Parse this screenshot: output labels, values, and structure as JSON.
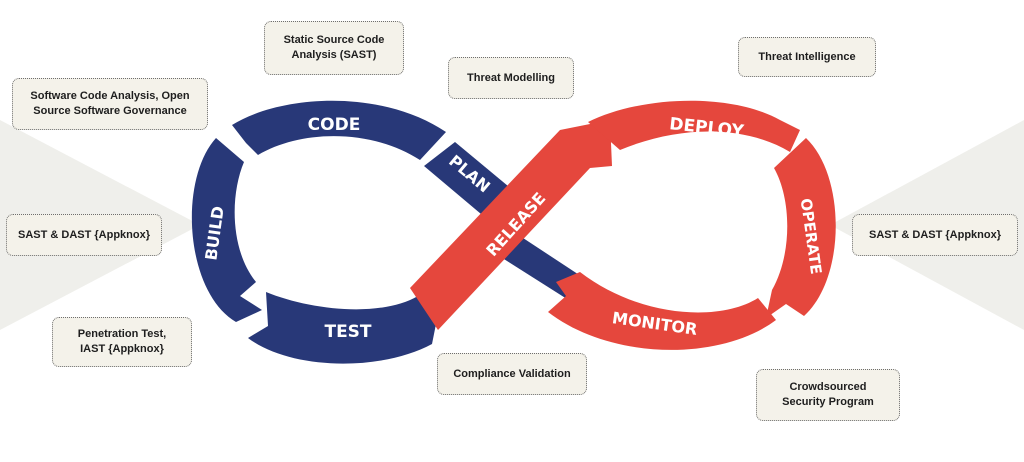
{
  "colors": {
    "navy": "#283878",
    "red": "#e5473d",
    "note_bg": "#f4f2ea",
    "note_border": "#6e6e6e",
    "text_dark": "#1e1e1e",
    "panel_gray": "#efefeb"
  },
  "stages": {
    "code": "CODE",
    "plan": "PLAN",
    "build": "BUILD",
    "test": "TEST",
    "release": "RELEASE",
    "deploy": "DEPLOY",
    "operate": "OPERATE",
    "monitor": "MONITOR"
  },
  "notes": {
    "sca": [
      "Software Code Analysis, Open",
      "Source Software Governance"
    ],
    "sast": [
      "Static Source Code",
      "Analysis (SAST)"
    ],
    "threat_modelling": [
      "Threat Modelling"
    ],
    "threat_intelligence": [
      "Threat Intelligence"
    ],
    "sast_dast_left": [
      "SAST & DAST {Appknox}"
    ],
    "sast_dast_right": [
      "SAST & DAST {Appknox}"
    ],
    "pentest": [
      "Penetration Test,",
      "IAST {Appknox}"
    ],
    "compliance": [
      "Compliance Validation"
    ],
    "crowdsourced": [
      "Crowdsourced",
      "Security Program"
    ]
  }
}
